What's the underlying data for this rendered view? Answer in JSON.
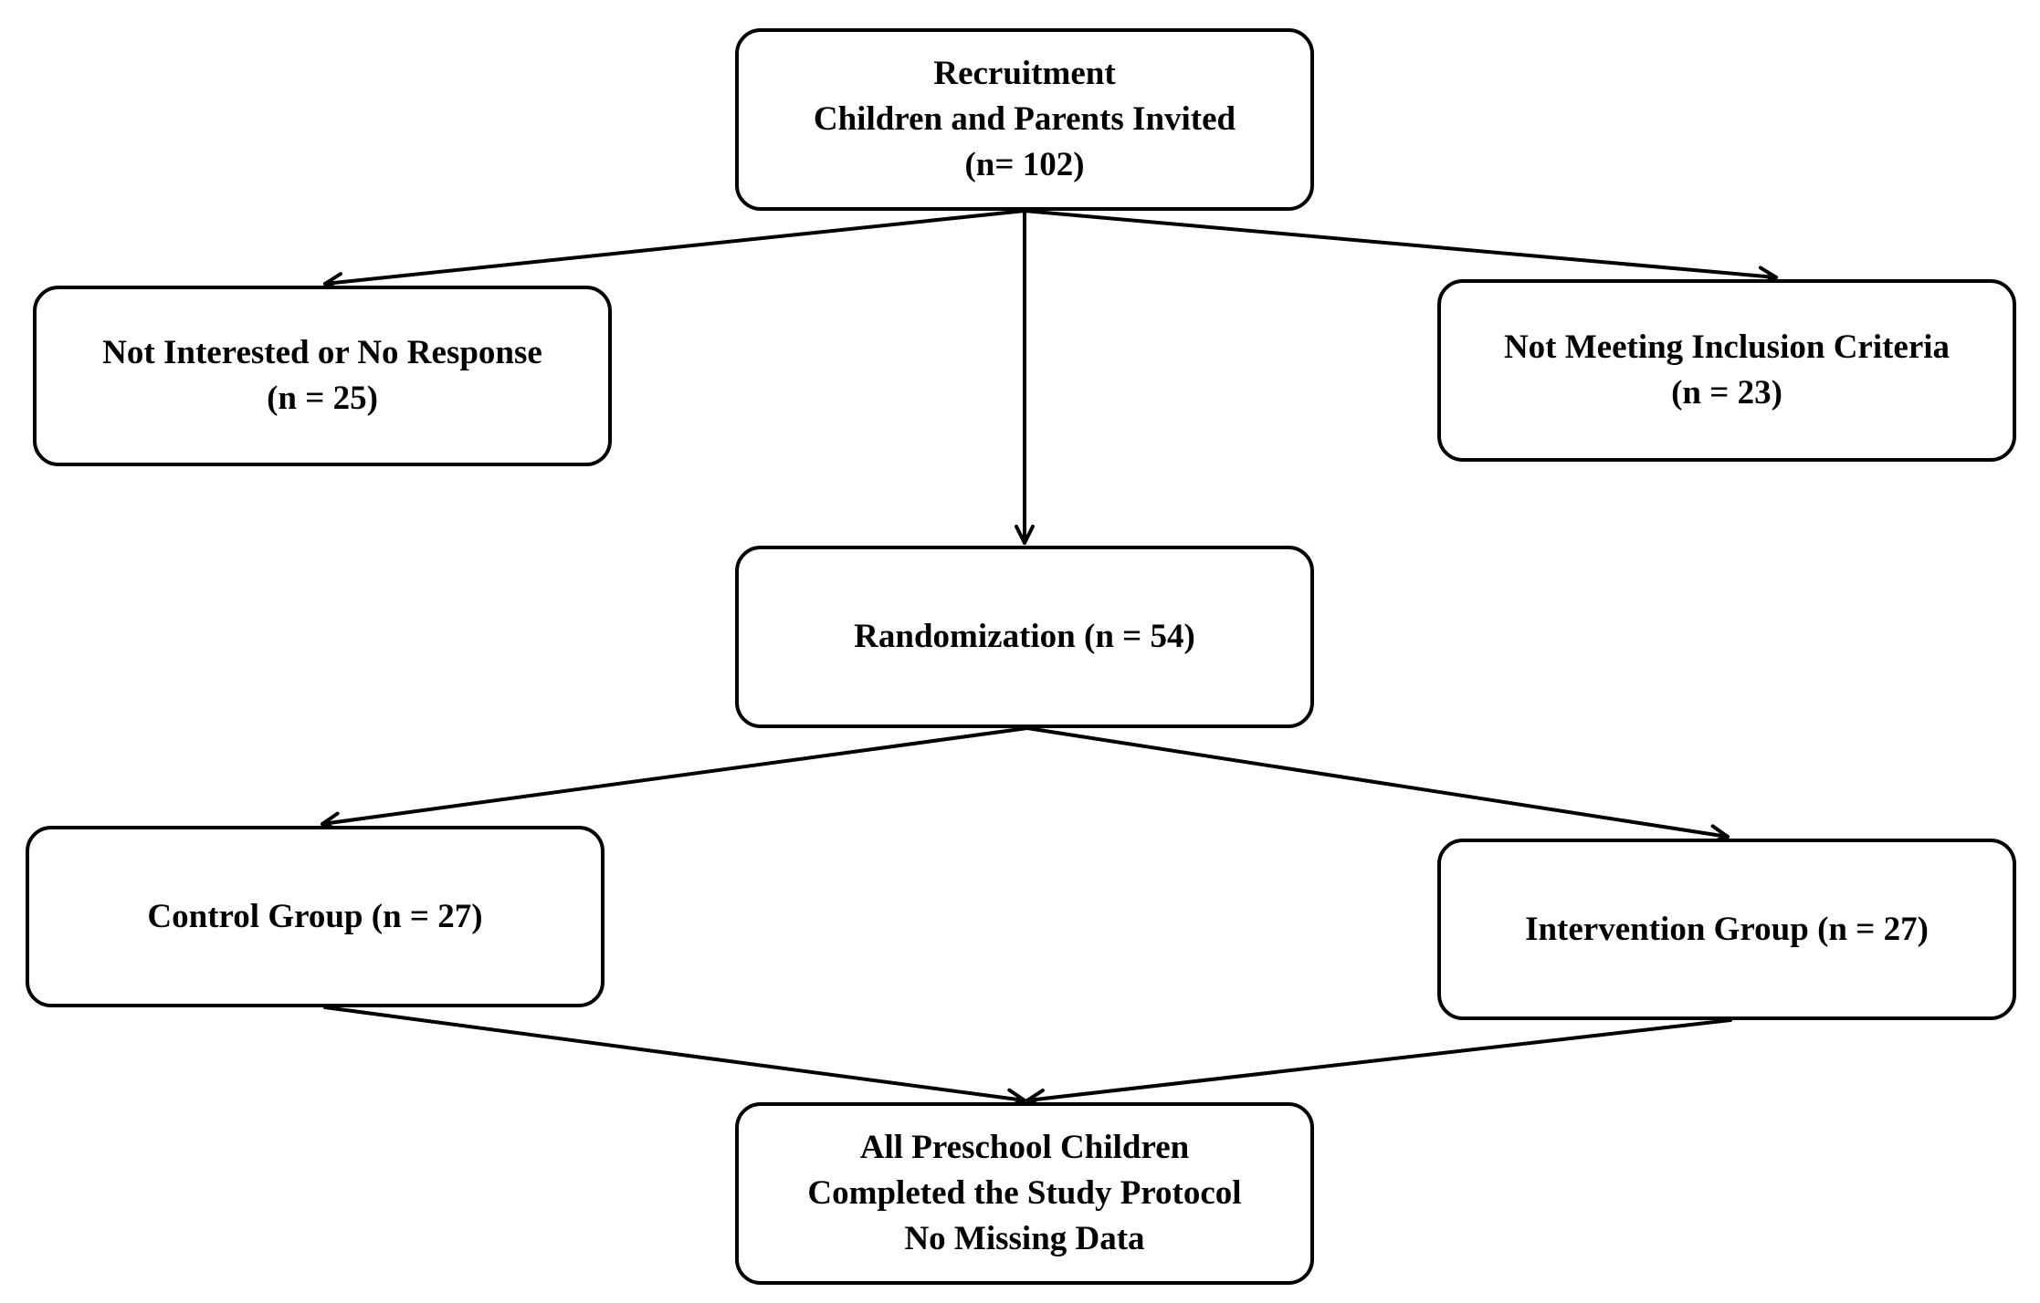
{
  "nodes": {
    "recruitment": {
      "lines": [
        "Recruitment",
        "Children and Parents Invited",
        "(n= 102)"
      ]
    },
    "not_interested": {
      "lines": [
        "Not Interested or No Response",
        "(n = 25)"
      ]
    },
    "not_meeting": {
      "lines": [
        "Not Meeting Inclusion Criteria",
        "(n = 23)"
      ]
    },
    "randomization": {
      "lines": [
        "Randomization (n = 54)"
      ]
    },
    "control": {
      "lines": [
        "Control Group (n = 27)"
      ]
    },
    "intervention": {
      "lines": [
        "Intervention Group (n = 27)"
      ]
    },
    "completed": {
      "lines": [
        "All Preschool Children",
        "Completed the Study Protocol",
        "No Missing Data"
      ]
    }
  },
  "colors": {
    "border": "#000000",
    "background": "#ffffff",
    "text": "#000000",
    "line": "#000000"
  }
}
